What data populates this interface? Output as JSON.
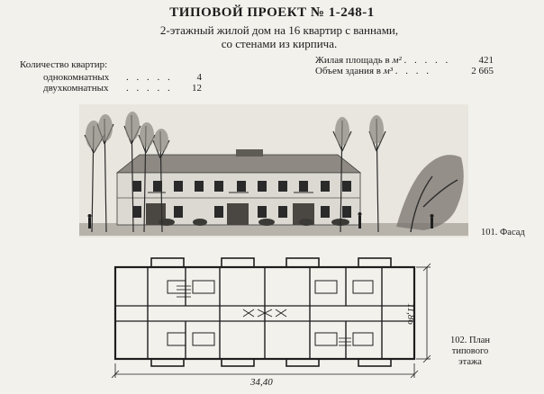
{
  "title": "ТИПОВОЙ ПРОЕКТ № 1-248-1",
  "subtitle": {
    "line1": "2-этажный жилой дом на 16 квартир с ваннами,",
    "line2": "со стенами из кирпича."
  },
  "apartments": {
    "heading": "Количество квартир:",
    "rows": [
      {
        "label": "однокомнатных",
        "value": "4"
      },
      {
        "label": "двухкомнатных",
        "value": "12"
      }
    ]
  },
  "areas": {
    "living": {
      "label": "Жилая площадь в",
      "unit": "м²",
      "value": "421"
    },
    "volume": {
      "label": "Объем здания в",
      "unit": "м³",
      "value": "2 665"
    }
  },
  "figures": {
    "facade": {
      "number": "101.",
      "caption": "Фасад"
    },
    "plan": {
      "number": "102.",
      "lines": [
        "План",
        "типового",
        "этажа"
      ]
    }
  },
  "dimensions": {
    "width": "34,40",
    "depth": "11,86"
  }
}
